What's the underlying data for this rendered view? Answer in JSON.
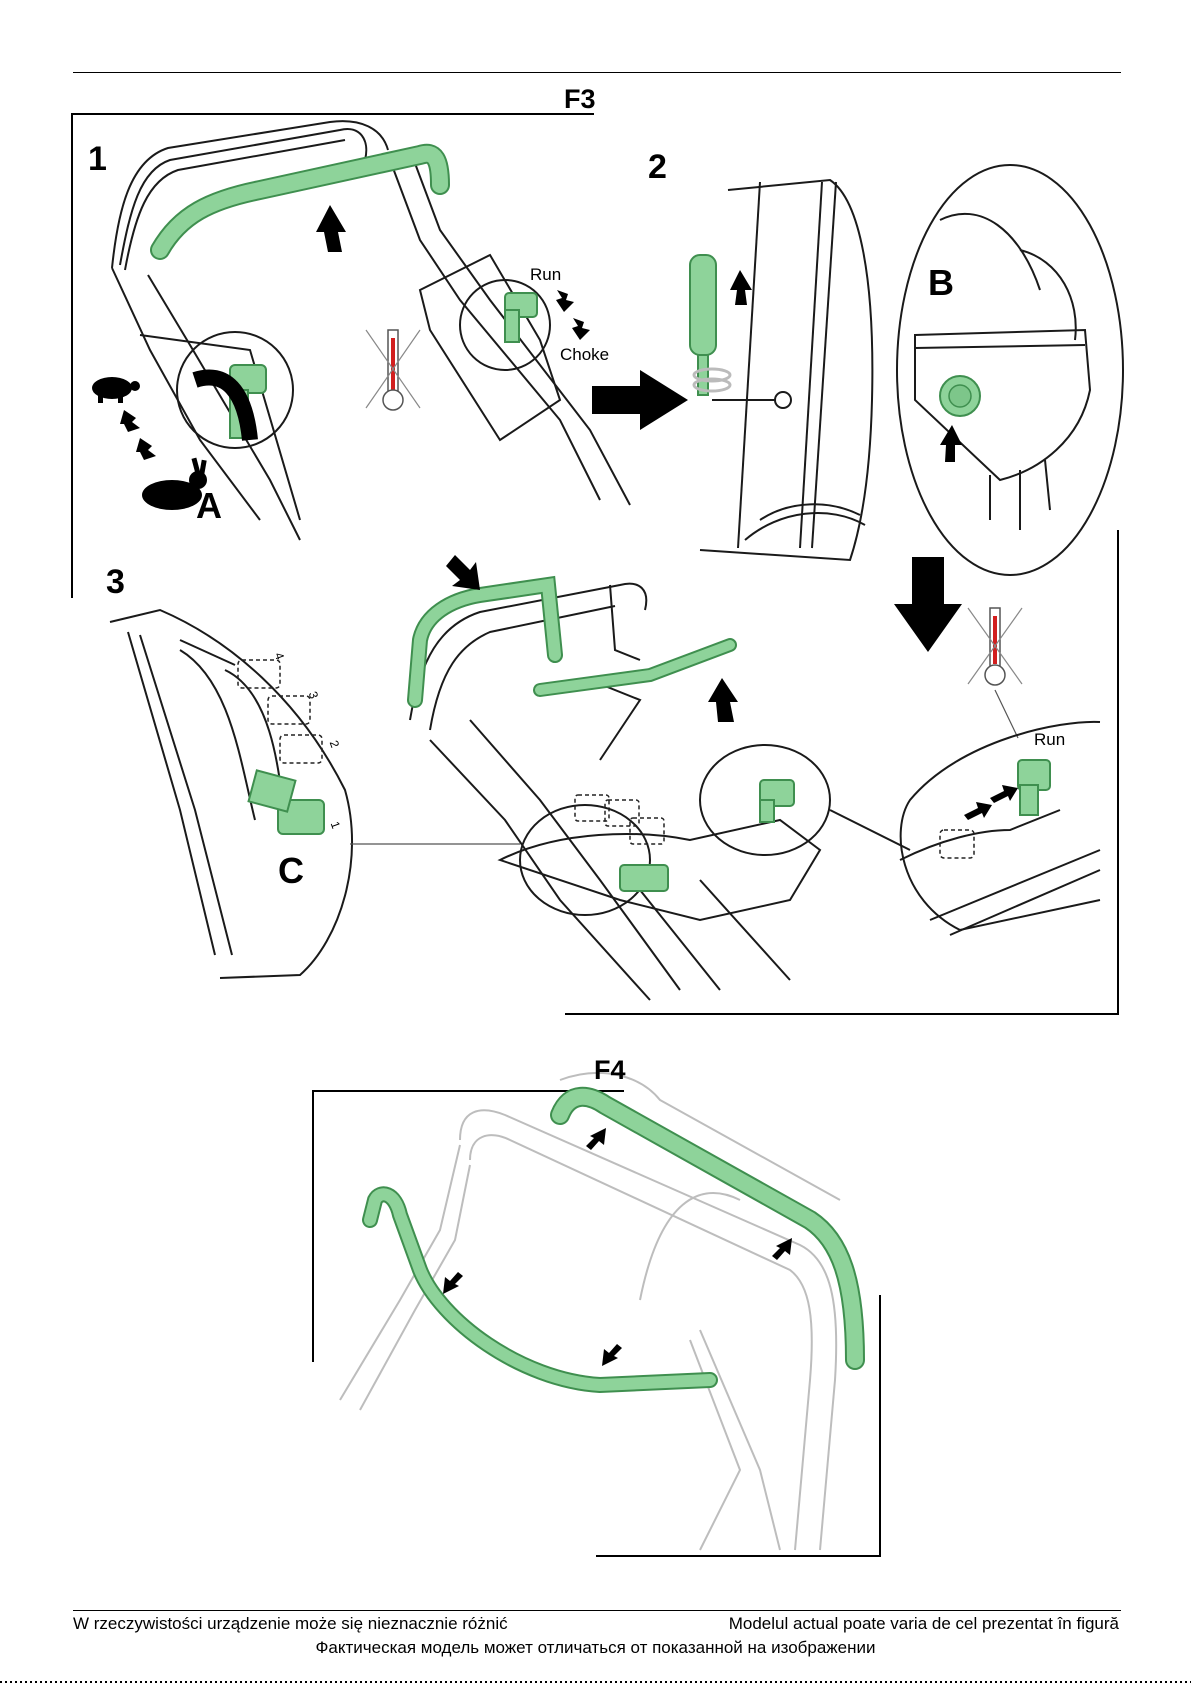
{
  "figures": {
    "f3": {
      "title": "F3",
      "steps": [
        "1",
        "2",
        "3"
      ],
      "callouts": [
        "A",
        "B",
        "C"
      ],
      "labels": {
        "run_top": "Run",
        "choke": "Choke",
        "run_bottom": "Run"
      },
      "lever_positions": [
        "4",
        "3",
        "2",
        "1"
      ]
    },
    "f4": {
      "title": "F4"
    }
  },
  "colors": {
    "highlight": "#8ed39a",
    "highlight_stroke": "#3f8f4f",
    "line": "#1a1a1a",
    "faint": "#bdbdbd",
    "warning_red": "#d21f1f"
  },
  "icons": [
    "turtle-icon",
    "rabbit-icon",
    "no-temperature-icon",
    "arrow-icon"
  ],
  "footer": {
    "pl": "W rzeczywistości urządzenie może się nieznacznie różnić",
    "ro": "Modelul actual poate varia de cel prezentat în figură",
    "ru": "Фактическая модель может отличаться от показанной на изображении"
  }
}
